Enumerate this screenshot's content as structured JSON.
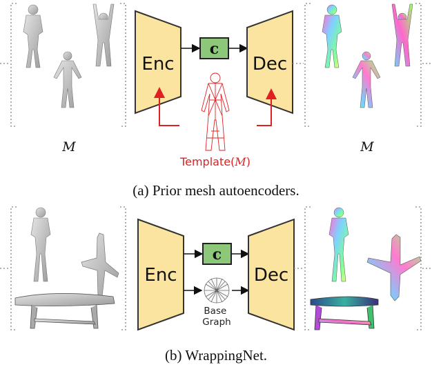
{
  "panel_a": {
    "encoder_label": "Enc",
    "decoder_label": "Dec",
    "code_label": "c",
    "input_set_label": "M",
    "output_set_label": "M",
    "template_prefix": "Template(",
    "template_symbol": "M",
    "template_suffix": ")",
    "caption": "(a) Prior mesh autoencoders."
  },
  "panel_b": {
    "encoder_label": "Enc",
    "decoder_label": "Dec",
    "code_label": "c",
    "base_graph_line1": "Base",
    "base_graph_line2": "Graph",
    "caption": "(b) WrappingNet."
  },
  "colors": {
    "block_fill": "#fbe3a0",
    "block_stroke": "#333333",
    "code_fill": "#8dc87a",
    "template_red": "#e02020",
    "mesh_gray": "#c8c8c8"
  }
}
